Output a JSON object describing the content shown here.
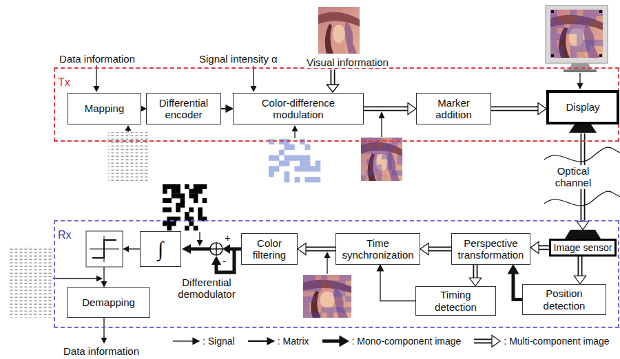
{
  "diagram": {
    "nodes": [
      {
        "text": [
          "Tx"
        ]
      },
      {
        "text": [
          "Mapping"
        ],
        "in": 0
      },
      {
        "text": [
          "Differential encoder"
        ],
        "in": 0
      },
      {
        "text": [
          "Color-difference modulation"
        ],
        "in": 0
      },
      {
        "text": [
          "Marker addition"
        ],
        "in": 0
      },
      {
        "text": [
          "Display"
        ],
        "in": 0
      },
      {
        "text": [
          "Rx"
        ]
      },
      {
        "text": [
          "Image sensor"
        ],
        "in": 6
      },
      {
        "text": [
          "Perspective transformation"
        ],
        "in": 6
      },
      {
        "text": [
          "Position detection"
        ],
        "in": 6
      },
      {
        "text": [
          "Timing detection"
        ],
        "in": 6
      },
      {
        "text": [
          "Time synchronization"
        ],
        "in": 6
      },
      {
        "text": [
          "Color filtering"
        ],
        "in": 6
      },
      {
        "text": [
          "∫"
        ],
        "in": 6
      },
      {
        "text": [
          "Demapping"
        ],
        "in": 6
      }
    ],
    "edges": [
      {
        "from": 1,
        "to": 2,
        "arrow": "to"
      },
      {
        "from": 2,
        "to": 3,
        "arrow": "to"
      },
      {
        "from": 3,
        "to": 4,
        "arrow": "to"
      },
      {
        "from": 4,
        "to": 5,
        "arrow": "to"
      },
      {
        "from": 5,
        "to": 7,
        "arrow": "to"
      },
      {
        "from": 7,
        "to": 9,
        "arrow": "to"
      },
      {
        "from": 9,
        "to": 8,
        "arrow": "to"
      },
      {
        "from": 7,
        "to": 8,
        "arrow": "to"
      },
      {
        "from": 8,
        "to": 10,
        "arrow": "to"
      },
      {
        "from": 10,
        "to": 11,
        "arrow": "to"
      },
      {
        "from": 8,
        "to": 11,
        "arrow": "to"
      },
      {
        "from": 11,
        "to": 12,
        "arrow": "to"
      }
    ],
    "labels": [
      "Data information",
      "Signal intensity α",
      "Visual information",
      "Optical channel",
      "+",
      "-",
      "Differential demodulator",
      "Data information"
    ],
    "legend": [
      {
        "text": ": Signal"
      },
      {
        "text": ": Matrix"
      },
      {
        "text": ": Mono-component image"
      },
      {
        "text": ": Multi-component image"
      }
    ]
  }
}
